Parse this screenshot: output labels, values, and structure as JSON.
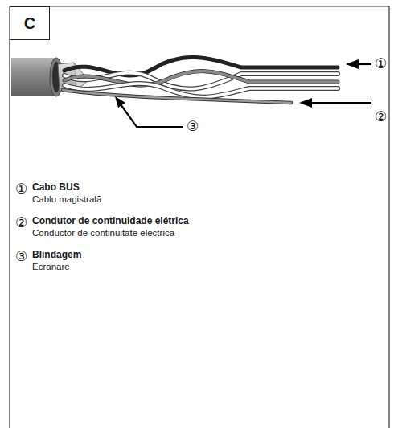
{
  "diagram": {
    "nodes": [
      {
        "text": [
          "C"
        ]
      }
    ],
    "labels": [
      "①",
      "②",
      "③",
      "①",
      "Cabo BUS",
      "Cablu magistrală",
      "②",
      "Condutor de continuidade elétrica",
      "Conductor de continuitate electrică",
      "③",
      "Blindagem",
      "Ecranare"
    ]
  }
}
